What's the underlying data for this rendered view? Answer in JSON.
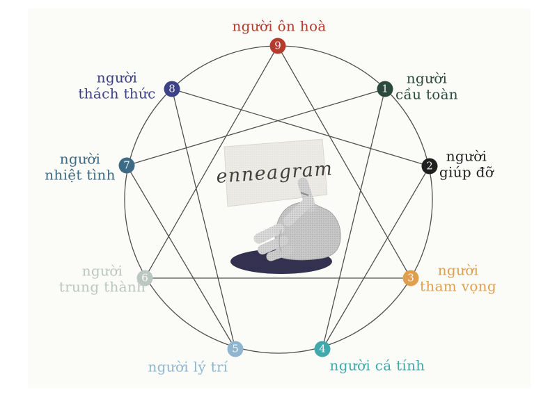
{
  "figure": {
    "card_text": "enneagram",
    "line_color": "#4f4f4f",
    "hole_color": "#333050",
    "background_color": "#fbfcf7"
  },
  "types": [
    {
      "number": "9",
      "name": "người ôn hoà",
      "lines": [
        "người ôn hoà"
      ],
      "color": "#b43c2d"
    },
    {
      "number": "1",
      "name": "người cầu toàn",
      "lines": [
        "người",
        "cầu toàn"
      ],
      "color": "#2b4a3d"
    },
    {
      "number": "2",
      "name": "người giúp đỡ",
      "lines": [
        "người",
        "giúp đỡ"
      ],
      "color": "#1f1f1f"
    },
    {
      "number": "3",
      "name": "người tham vọng",
      "lines": [
        "người",
        "tham vọng"
      ],
      "color": "#df9f51"
    },
    {
      "number": "4",
      "name": "người cá tính",
      "lines": [
        "người cá tính"
      ],
      "color": "#41a8ac"
    },
    {
      "number": "5",
      "name": "người lý trí",
      "lines": [
        "người lý trí"
      ],
      "color": "#8fb5cf"
    },
    {
      "number": "6",
      "name": "người trung thành",
      "lines": [
        "người",
        "trung thành"
      ],
      "color": "#bcc7c1"
    },
    {
      "number": "7",
      "name": "người nhiệt tình",
      "lines": [
        "người",
        "nhiệt tình"
      ],
      "color": "#3d6a85"
    },
    {
      "number": "8",
      "name": "người thách thức",
      "lines": [
        "người",
        "thách thức"
      ],
      "color": "#3d4286"
    }
  ],
  "connections": {
    "triangle": [
      "9-3",
      "3-6",
      "6-9"
    ],
    "hexad": [
      "1-4",
      "4-2",
      "2-8",
      "8-5",
      "5-7",
      "7-1"
    ]
  }
}
